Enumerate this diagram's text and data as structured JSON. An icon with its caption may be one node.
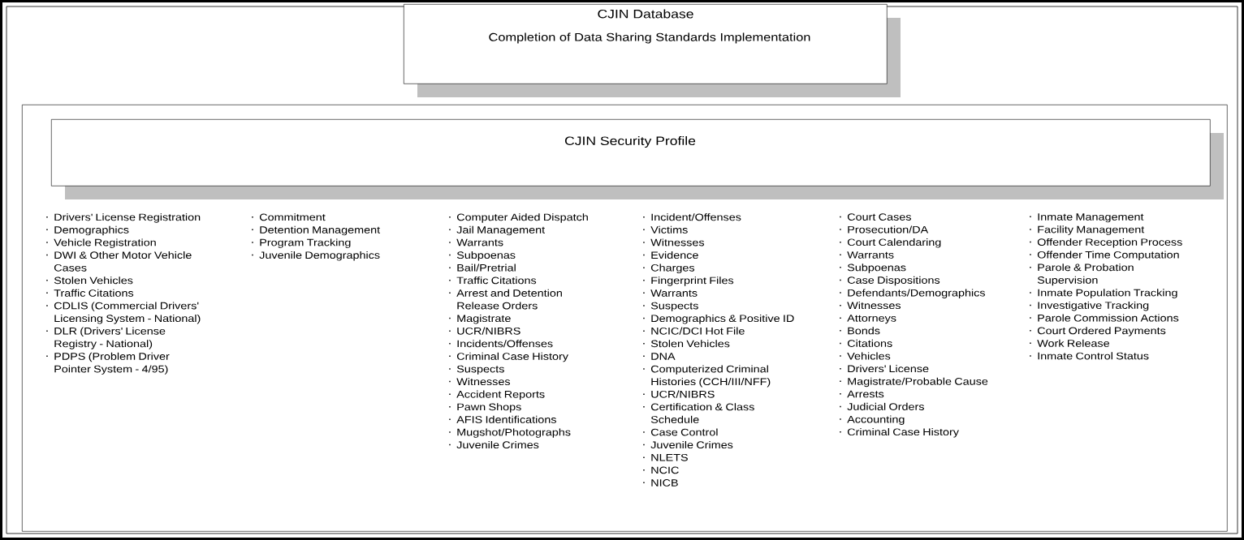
{
  "diagram": {
    "nodes": [
      {
        "text": [
          "CJIN Database",
          "Completion of Data Sharing Standards Implementation"
        ]
      },
      {
        "text": [
          "Drivers' License Registration",
          "Demographics",
          "Vehicle Registration",
          "DWI & Other Motor Vehicle Cases",
          "Stolen Vehicles",
          "Traffic Citations",
          "CDLIS (Commercial Drivers' Licensing System - National)",
          "DLR (Drivers' License Registry - National)",
          "PDPS (Problem Driver Pointer System - 4/95)",
          "Commitment",
          "Detention Management",
          "Program Tracking",
          "Juvenile Demographics",
          "Computer Aided Dispatch",
          "Jail Management",
          "Warrants",
          "Subpoenas",
          "Bail/Pretrial",
          "Traffic Citations",
          "Arrest and Detention Release Orders",
          "Magistrate",
          "UCR/NIBRS",
          "Incidents/Offenses",
          "Criminal Case History",
          "Suspects",
          "Witnesses",
          "Accident Reports",
          "Pawn Shops",
          "AFIS Identifications",
          "Mugshot/Photographs",
          "Juvenile Crimes",
          "Incident/Offenses",
          "Victims",
          "Witnesses",
          "Evidence",
          "Charges",
          "Fingerprint Files",
          "Warrants",
          "Suspects",
          "Demographics & Positive ID",
          "NCIC/DCI Hot File",
          "Stolen Vehicles",
          "DNA",
          "Computerized Criminal Histories (CCH/III/NFF)",
          "UCR/NIBRS",
          "Certification & Class Schedule",
          "Case Control",
          "Juvenile Crimes",
          "NLETS",
          "NCIC",
          "NICB",
          "Court Cases",
          "Prosecution/DA",
          "Court Calendaring",
          "Warrants",
          "Subpoenas",
          "Case Dispositions",
          "Defendants/Demographics",
          "Witnesses",
          "Attorneys",
          "Bonds",
          "Citations",
          "Vehicles",
          "Drivers' License",
          "Magistrate/Probable Cause",
          "Arrests",
          "Judicial Orders",
          "Accounting",
          "Criminal Case History",
          "Inmate Management",
          "Facility Management",
          "Offender Reception Process",
          "Offender Time Computation",
          "Parole & Probation Supervision",
          "Inmate Population Tracking",
          "Investigative Tracking",
          "Parole Commission Actions",
          "Court Ordered Payments",
          "Work Release",
          "Inmate Control Status"
        ]
      },
      {
        "text": [
          "CJIN Security Profile"
        ],
        "in": 1
      }
    ]
  }
}
